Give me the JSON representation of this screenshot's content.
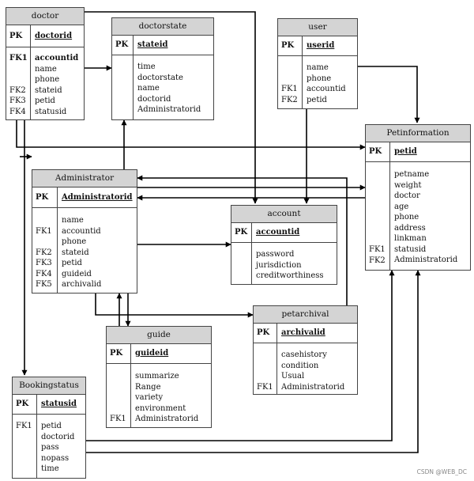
{
  "entities": {
    "doctor": {
      "title": "doctor",
      "pk": "PK",
      "pk_field": "doctorid",
      "keys": [
        "FK1",
        "",
        "",
        "FK2",
        "FK3",
        "FK4"
      ],
      "fields": [
        "accountid",
        "name",
        "phone",
        "stateid",
        "petid",
        "statusid"
      ]
    },
    "doctorstate": {
      "title": "doctorstate",
      "pk": "PK",
      "pk_field": "stateid",
      "keys": [],
      "fields": [
        "time",
        "doctorstate",
        "name",
        "doctorid",
        "Administratorid"
      ]
    },
    "user": {
      "title": "user",
      "pk": "PK",
      "pk_field": "userid",
      "keys": [
        "",
        "",
        "FK1",
        "FK2"
      ],
      "fields": [
        "name",
        "phone",
        "accountid",
        "petid"
      ]
    },
    "petinformation": {
      "title": "Petinformation",
      "pk": "PK",
      "pk_field": "petid",
      "keys": [
        "",
        "",
        "",
        "",
        "",
        "",
        "",
        "FK1",
        "FK2"
      ],
      "fields": [
        "petname",
        "weight",
        "doctor",
        "age",
        "phone",
        "address",
        "linkman",
        "statusid",
        "Administratorid"
      ]
    },
    "administrator": {
      "title": "Administrator",
      "pk": "PK",
      "pk_field": "Administratorid",
      "keys": [
        "",
        "FK1",
        "",
        "FK2",
        "FK3",
        "FK4",
        "FK5"
      ],
      "fields": [
        "name",
        "accountid",
        "phone",
        "stateid",
        "petid",
        "guideid",
        "archivalid"
      ]
    },
    "account": {
      "title": "account",
      "pk": "PK",
      "pk_field": "accountid",
      "keys": [],
      "fields": [
        "password",
        "jurisdiction",
        "creditworthiness"
      ]
    },
    "petarchival": {
      "title": "petarchival",
      "pk": "PK",
      "pk_field": "archivalid",
      "keys": [
        "",
        "",
        "",
        "FK1"
      ],
      "fields": [
        "casehistory",
        "condition",
        "Usual",
        "Administratorid"
      ]
    },
    "guide": {
      "title": "guide",
      "pk": "PK",
      "pk_field": "guideid",
      "keys": [
        "",
        "",
        "",
        "",
        "FK1"
      ],
      "fields": [
        "summarize",
        "Range",
        "variety",
        "environment",
        "Administratorid"
      ]
    },
    "bookingstatus": {
      "title": "Bookingstatus",
      "pk": "PK",
      "pk_field": "statusid",
      "keys": [
        "FK1",
        "",
        "",
        "",
        ""
      ],
      "fields": [
        "petid",
        "doctorid",
        "pass",
        "nopass",
        "time"
      ]
    }
  },
  "watermark": "CSDN @WEB_DC"
}
